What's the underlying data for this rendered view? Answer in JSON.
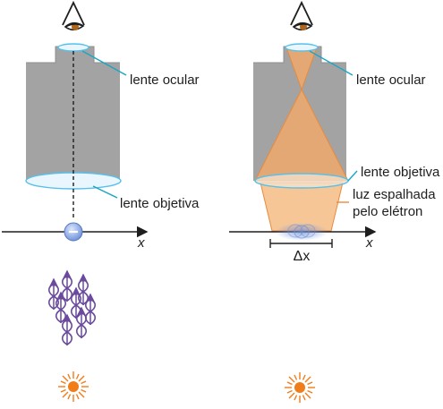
{
  "left_panel": {
    "ocular_label": "lente ocular",
    "objective_label": "lente objetiva",
    "axis_label": "x"
  },
  "right_panel": {
    "ocular_label": "lente ocular",
    "objective_label": "lente objetiva",
    "scattered_light_line1": "luz espalhada",
    "scattered_light_line2": "pelo elétron",
    "axis_label": "x",
    "uncertainty_label": "Δx"
  },
  "colors": {
    "microscope_body": "#a3a3a3",
    "lens_fill": "#eaf6fd",
    "lens_stroke": "#58c0ea",
    "leader_line": "#1ba5c4",
    "light_cone": "#f4a968",
    "light_cone_stroke": "#e98a3c",
    "electron": "#6c8fd8",
    "photon_waves": "#6a4a9c",
    "light_source": "#ef7d1a"
  },
  "icons": [
    "eye-icon",
    "electron-icon",
    "photon-icon",
    "light-source-icon"
  ]
}
